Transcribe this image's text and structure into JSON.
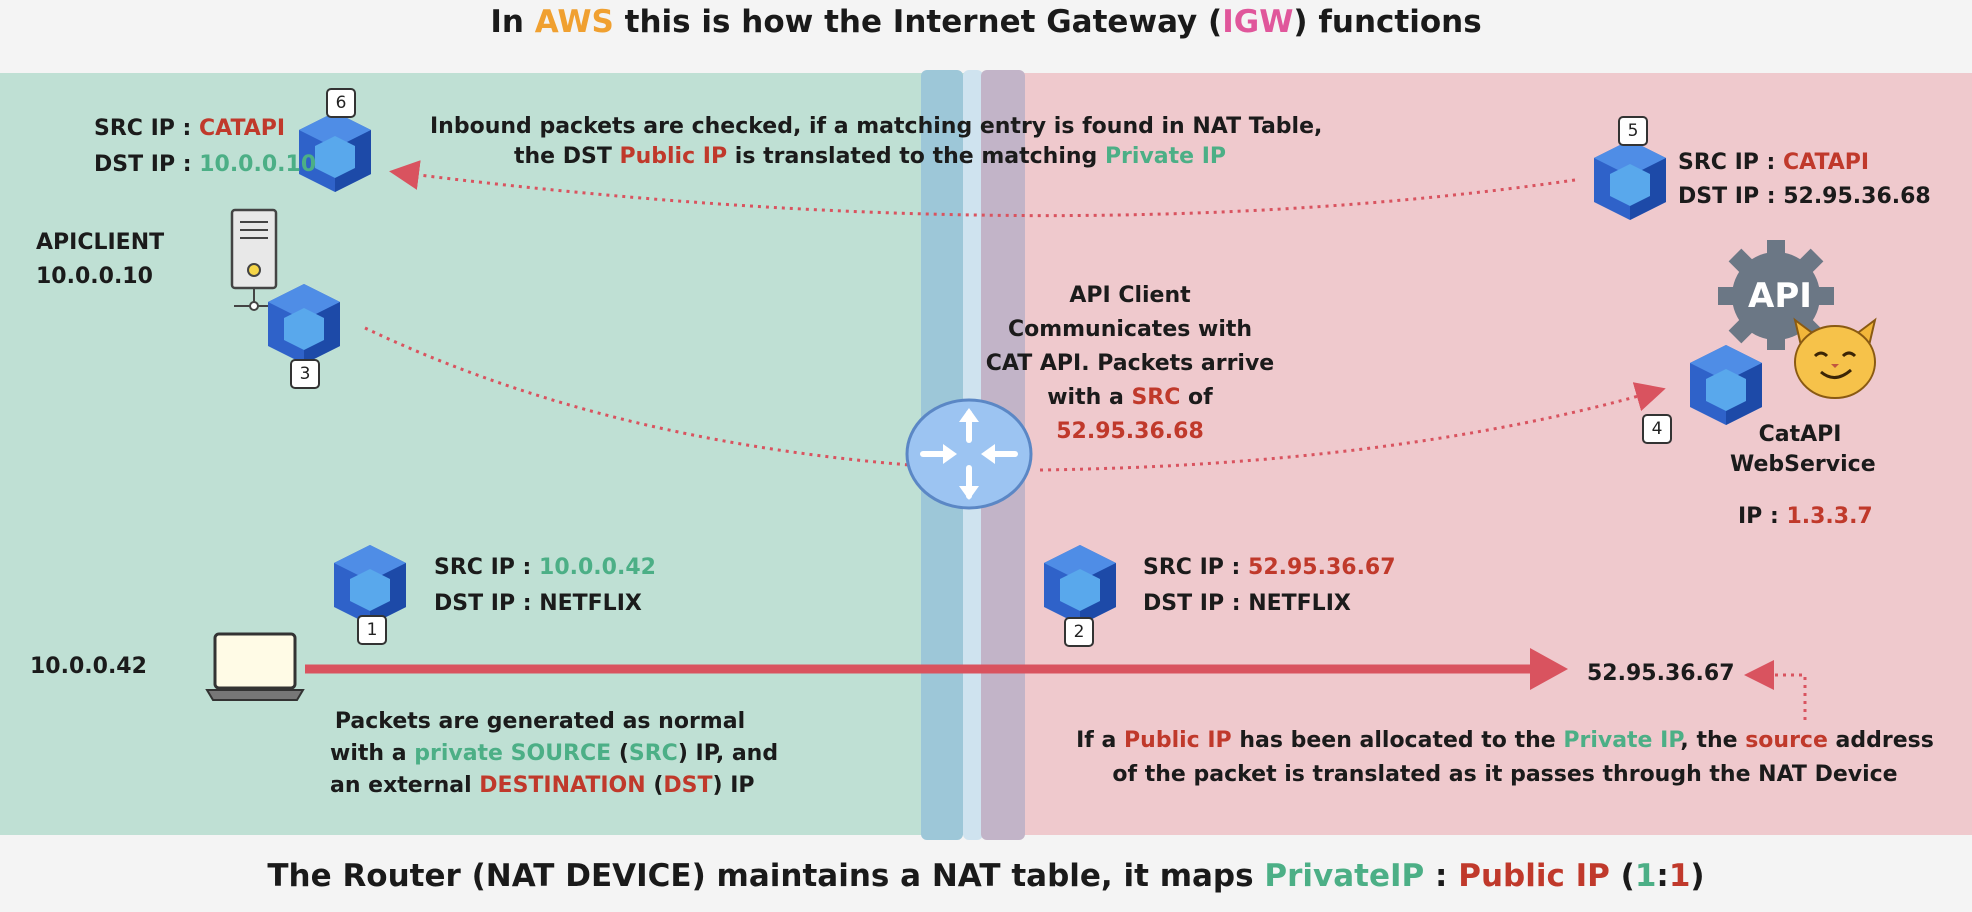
{
  "title": {
    "pre": "In ",
    "aws": "AWS",
    "mid": " this is how the Internet Gateway (",
    "igw": "IGW",
    "post": ") functions"
  },
  "footer": {
    "pre": "The Router (NAT DEVICE) maintains a NAT table, it maps ",
    "private": "PrivateIP",
    "sep": " : ",
    "public": "Public IP",
    "paren_open": " (",
    "one_a": "1",
    "colon": ":",
    "one_b": "1",
    "paren_close": ")"
  },
  "hosts": {
    "apiclient_name": "APICLIENT",
    "apiclient_ip": "10.0.0.10",
    "laptop_ip": "10.0.0.42",
    "public_ip": "52.95.36.67",
    "catapi_name_1": "CatAPI",
    "catapi_name_2": "WebService",
    "catapi_ip_label": "IP : ",
    "catapi_ip": "1.3.3.7",
    "api_gear_label": "API"
  },
  "packets": {
    "p1": {
      "badge": "1",
      "src_label": "SRC IP : ",
      "src": "10.0.0.42",
      "dst_label": "DST IP : ",
      "dst": "NETFLIX"
    },
    "p2": {
      "badge": "2",
      "src_label": "SRC IP : ",
      "src": "52.95.36.67",
      "dst_label": "DST IP : ",
      "dst": "NETFLIX"
    },
    "p3": {
      "badge": "3"
    },
    "p4": {
      "badge": "4"
    },
    "p5": {
      "badge": "5",
      "src_label": "SRC IP : ",
      "src": "CATAPI",
      "dst_label": "DST IP : ",
      "dst": "52.95.36.68"
    },
    "p6": {
      "badge": "6",
      "src_label": "SRC IP : ",
      "src": "CATAPI",
      "dst_label": "DST IP : ",
      "dst": "10.0.0.10"
    }
  },
  "notes": {
    "inbound_1": "Inbound packets are checked, if a matching entry is found in NAT Table,",
    "inbound_2a": "the DST ",
    "inbound_2b": "Public IP",
    "inbound_2c": " is translated to the matching ",
    "inbound_2d": "Private IP",
    "middle_1": "API Client",
    "middle_2": "Communicates with",
    "middle_3": "CAT API. Packets arrive",
    "middle_4a": "with a ",
    "middle_4b": "SRC",
    "middle_4c": " of",
    "middle_5": "52.95.36.68",
    "gen_1": "Packets are generated as normal",
    "gen_2a": "with a ",
    "gen_2b": "private SOURCE",
    "gen_2c": " (",
    "gen_2d": "SRC",
    "gen_2e": ") IP, and",
    "gen_3a": "an external ",
    "gen_3b": "DESTINATION",
    "gen_3c": " (",
    "gen_3d": "DST",
    "gen_3e": ") IP",
    "alloc_1a": "If a ",
    "alloc_1b": "Public IP",
    "alloc_1c": " has been allocated to the ",
    "alloc_1d": "Private IP",
    "alloc_1e": ", the ",
    "alloc_1f": "source",
    "alloc_1g": " address",
    "alloc_2": "of the packet is translated as it passes through the NAT Device"
  },
  "colors": {
    "private_zone": "#bfe0d4",
    "public_zone": "#efc9cd",
    "arrow": "#d9535f",
    "private_text": "#4caf86",
    "public_text": "#c0392b",
    "aws": "#f0a030",
    "igw": "#e0569b"
  }
}
